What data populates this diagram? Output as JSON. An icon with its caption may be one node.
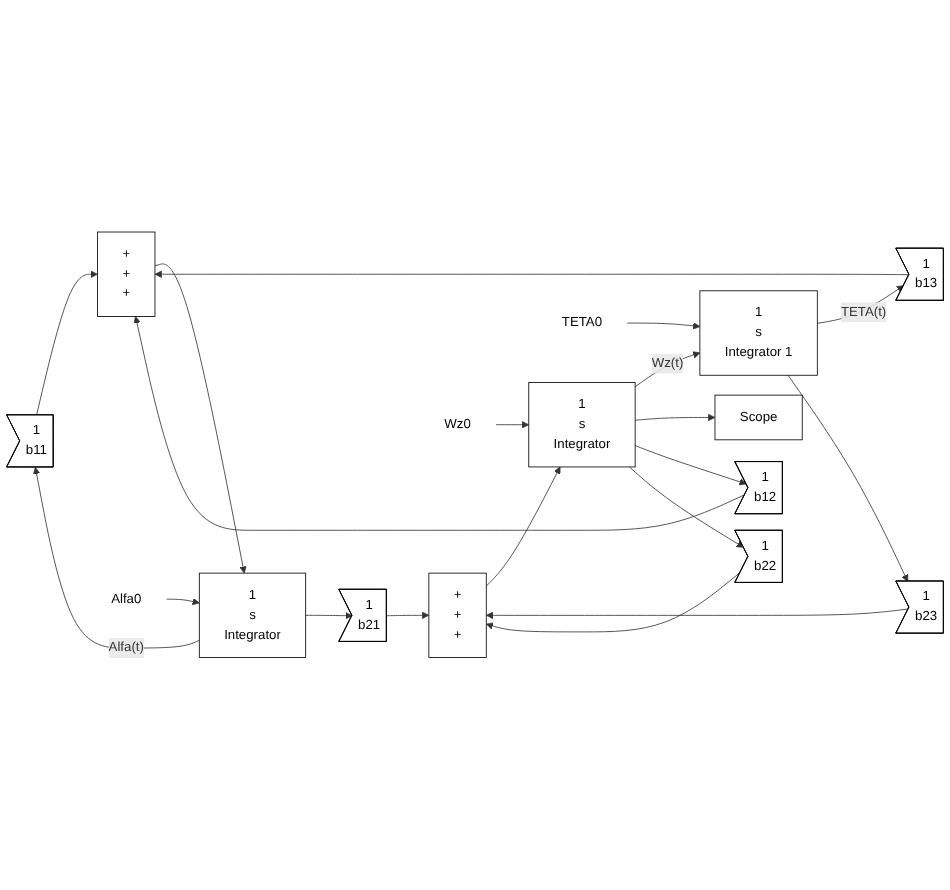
{
  "diagram": {
    "nodes": [
      {
        "text": [
          "1",
          "b11"
        ]
      },
      {
        "text": [
          "1",
          "b12"
        ]
      },
      {
        "text": [
          "1",
          "b13"
        ]
      },
      {
        "text": [
          "+",
          "+",
          "+"
        ]
      },
      {
        "text": [
          "Alfa0"
        ]
      },
      {
        "text": [
          "1",
          "s",
          "Integrator"
        ]
      },
      {
        "text": [
          "Scope"
        ]
      },
      {
        "text": [
          "1",
          "b21"
        ]
      },
      {
        "text": [
          "1",
          "b22"
        ]
      },
      {
        "text": [
          "1",
          "b23"
        ]
      },
      {
        "text": [
          "+",
          "+",
          "+"
        ]
      },
      {
        "text": [
          "Wz0"
        ]
      },
      {
        "text": [
          "1",
          "s",
          "Integrator"
        ]
      },
      {
        "text": [
          "TETA0"
        ]
      },
      {
        "text": [
          "1",
          "s",
          "Integrator 1"
        ]
      }
    ],
    "edges": [
      {
        "from": 0,
        "to": 3,
        "arrow": "to"
      },
      {
        "from": 1,
        "to": 3,
        "arrow": "to"
      },
      {
        "from": 2,
        "to": 3,
        "arrow": "to"
      },
      {
        "from": 3,
        "to": 5,
        "arrow": "to"
      },
      {
        "from": 4,
        "to": 5,
        "arrow": "to"
      },
      {
        "from": 5,
        "to": 0,
        "arrow": "to",
        "label": "Alfa(t)"
      },
      {
        "from": 5,
        "to": 7,
        "arrow": "to"
      },
      {
        "from": 7,
        "to": 10,
        "arrow": "to"
      },
      {
        "from": 8,
        "to": 10,
        "arrow": "to"
      },
      {
        "from": 9,
        "to": 10,
        "arrow": "to"
      },
      {
        "from": 10,
        "to": 12,
        "arrow": "to"
      },
      {
        "from": 11,
        "to": 12,
        "arrow": "to"
      },
      {
        "from": 12,
        "to": 14,
        "arrow": "to",
        "label": "Wz(t)"
      },
      {
        "from": 12,
        "to": 6,
        "arrow": "to"
      },
      {
        "from": 12,
        "to": 1,
        "arrow": "to"
      },
      {
        "from": 12,
        "to": 8,
        "arrow": "to"
      },
      {
        "from": 13,
        "to": 14,
        "arrow": "to"
      },
      {
        "from": 14,
        "to": 2,
        "arrow": "to",
        "label": "TETA(t)"
      },
      {
        "from": 14,
        "to": 9,
        "arrow": "to"
      }
    ]
  }
}
